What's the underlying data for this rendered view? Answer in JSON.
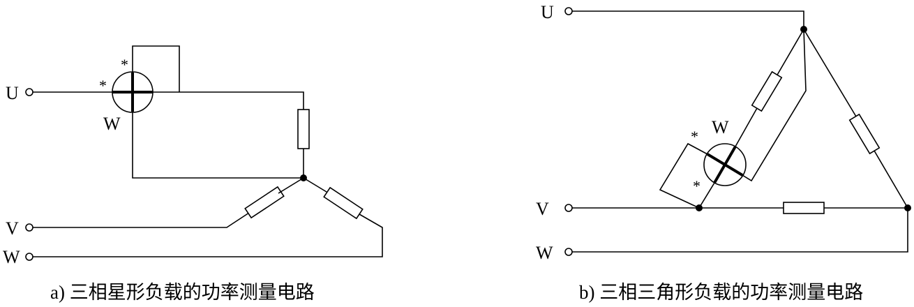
{
  "diagram_a": {
    "terminals": {
      "u": "U",
      "v": "V",
      "w": "W"
    },
    "meter_label": "W",
    "marker": "*",
    "caption": "a) 三相星形负载的功率测量电路"
  },
  "diagram_b": {
    "terminals": {
      "u": "U",
      "v": "V",
      "w": "W"
    },
    "meter_label": "W",
    "marker": "*",
    "caption": "b) 三相三角形负载的功率测量电路"
  }
}
